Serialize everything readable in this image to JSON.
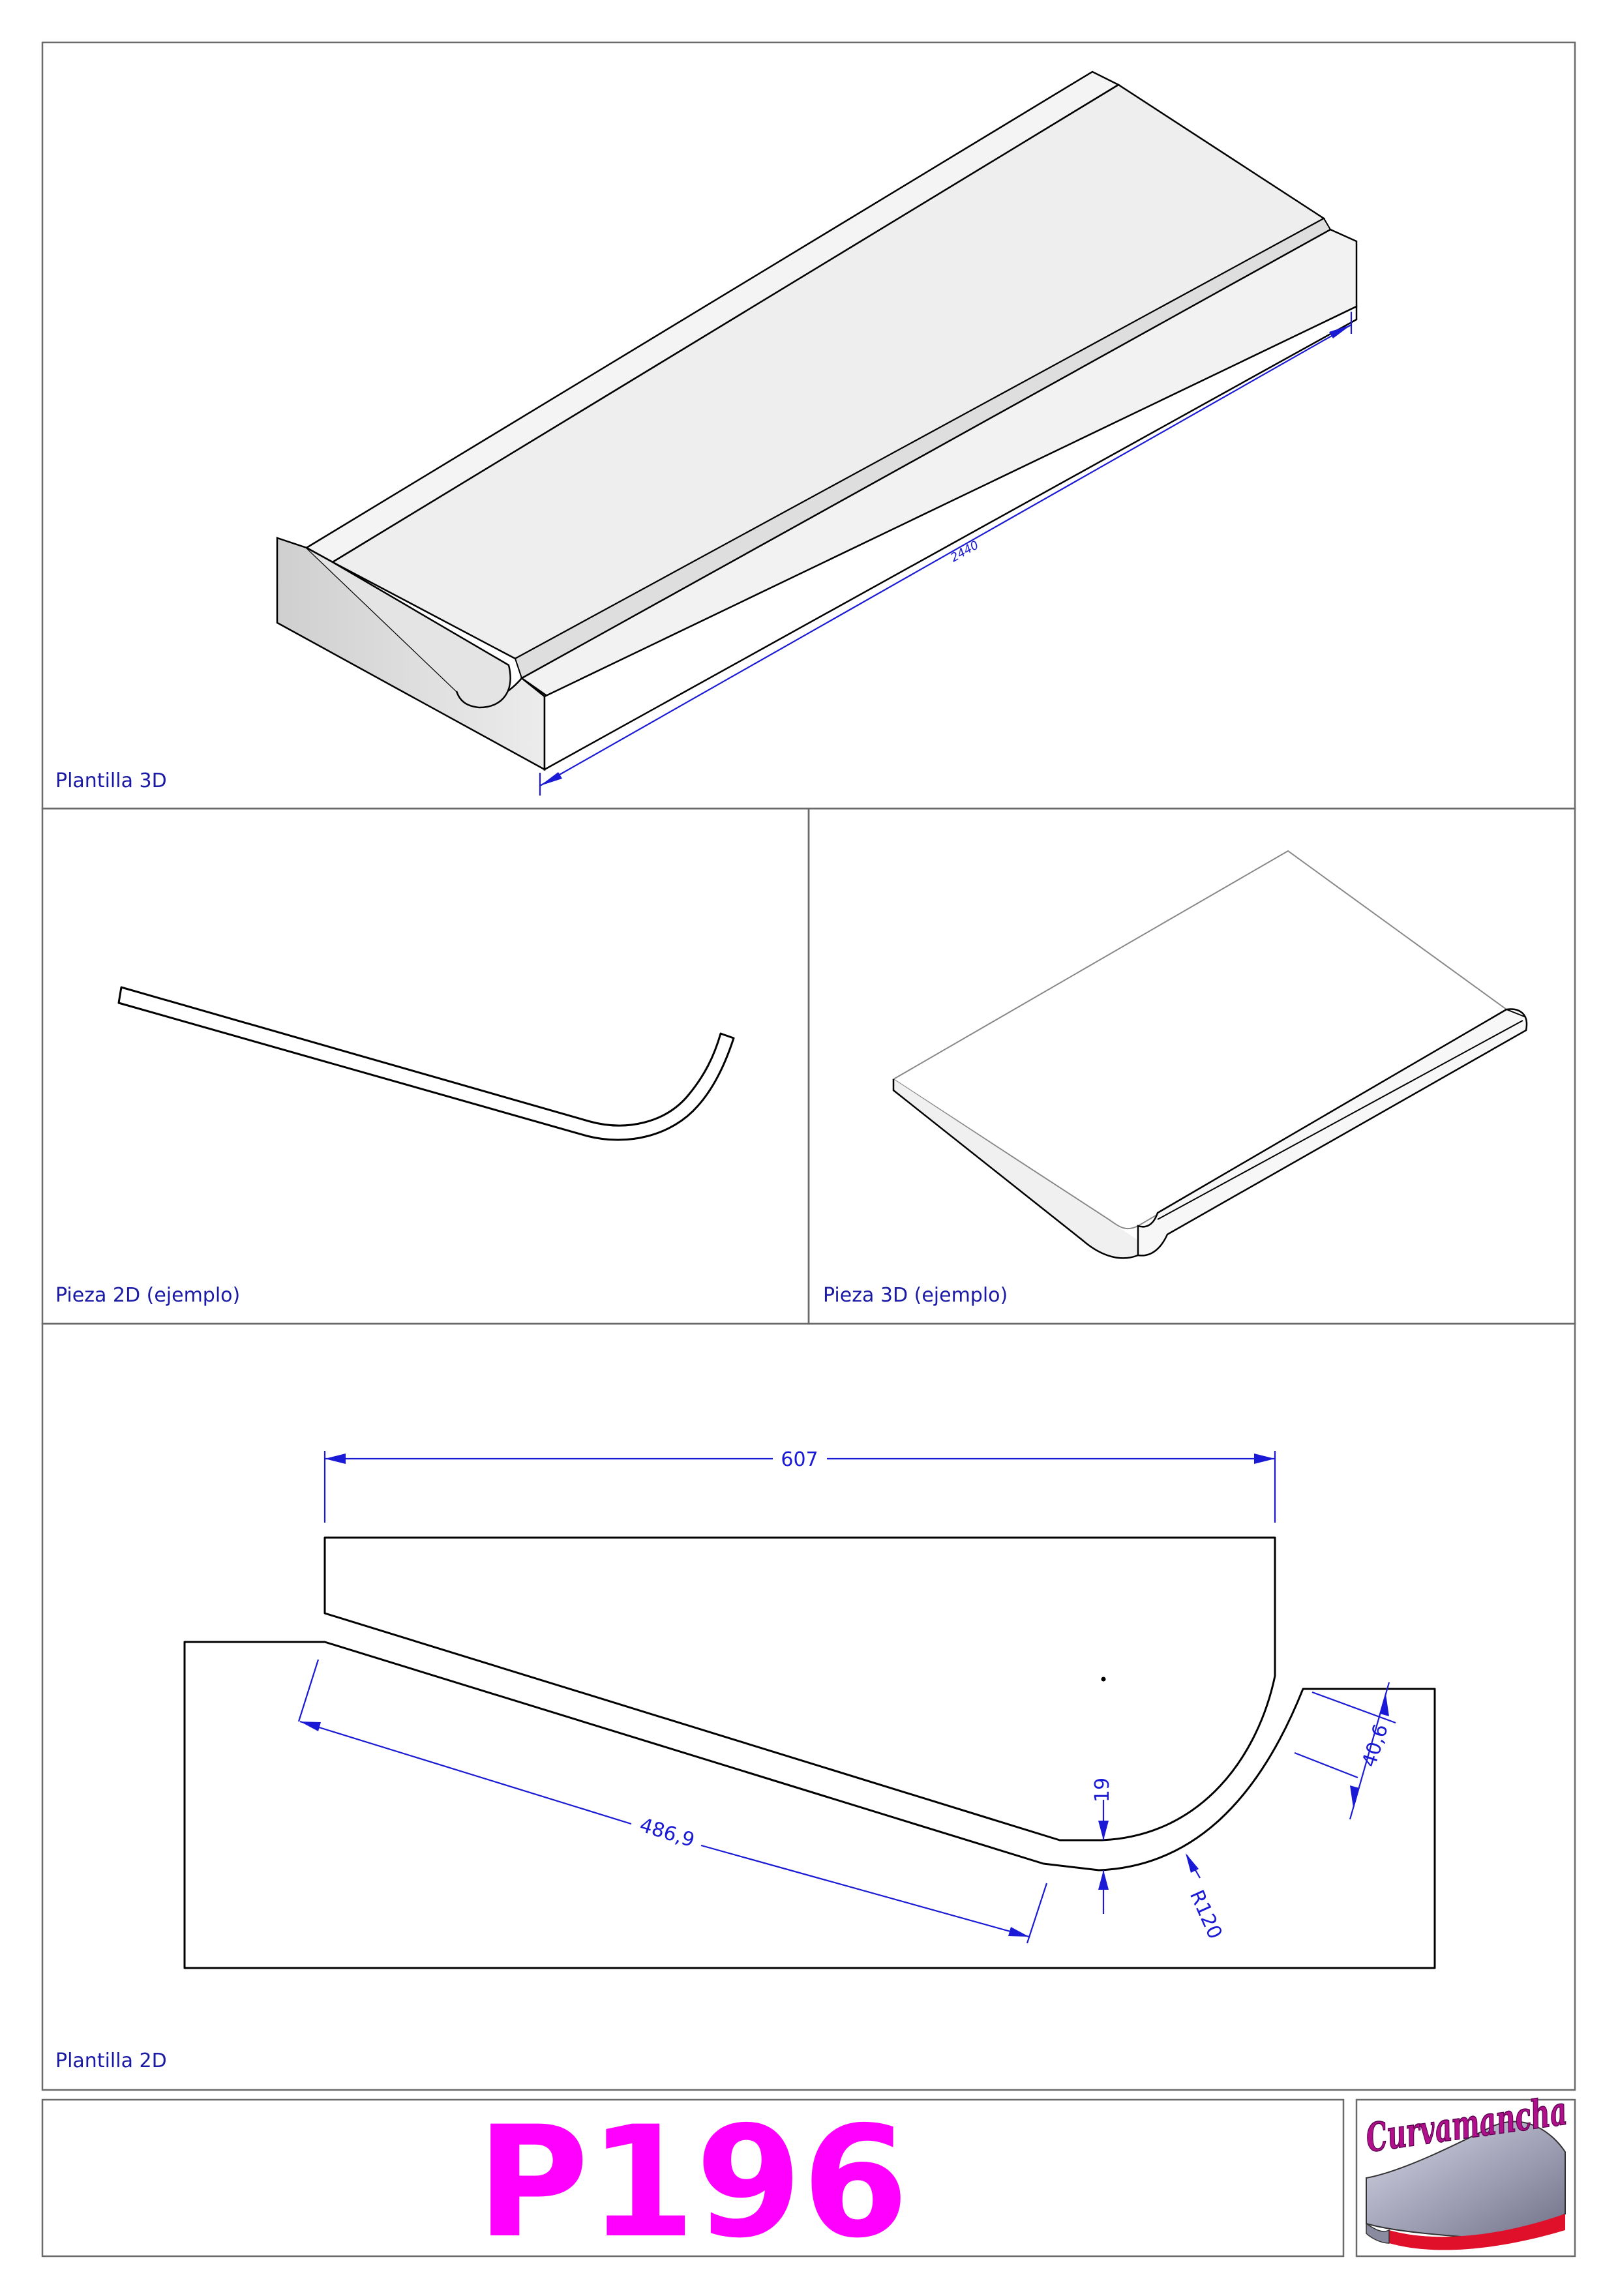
{
  "panels": {
    "template_3d": {
      "label": "Plantilla 3D",
      "length_dim": "2440"
    },
    "piece_2d": {
      "label": "Pieza 2D (ejemplo)"
    },
    "piece_3d": {
      "label": "Pieza 3D (ejemplo)"
    },
    "template_2d": {
      "label": "Plantilla 2D",
      "dims": {
        "width": "607",
        "slope_length": "486,9",
        "thickness": "19",
        "radius": "R120",
        "lip": "40,6"
      }
    }
  },
  "footer": {
    "code": "P196",
    "logo_text": "Curvamancha",
    "colors": {
      "code": "#ff00ff",
      "logo": "#b0108a"
    }
  },
  "colors": {
    "dimension": "#1a1ad6",
    "label": "#1a1aa6",
    "frame": "#6a6a6a"
  }
}
